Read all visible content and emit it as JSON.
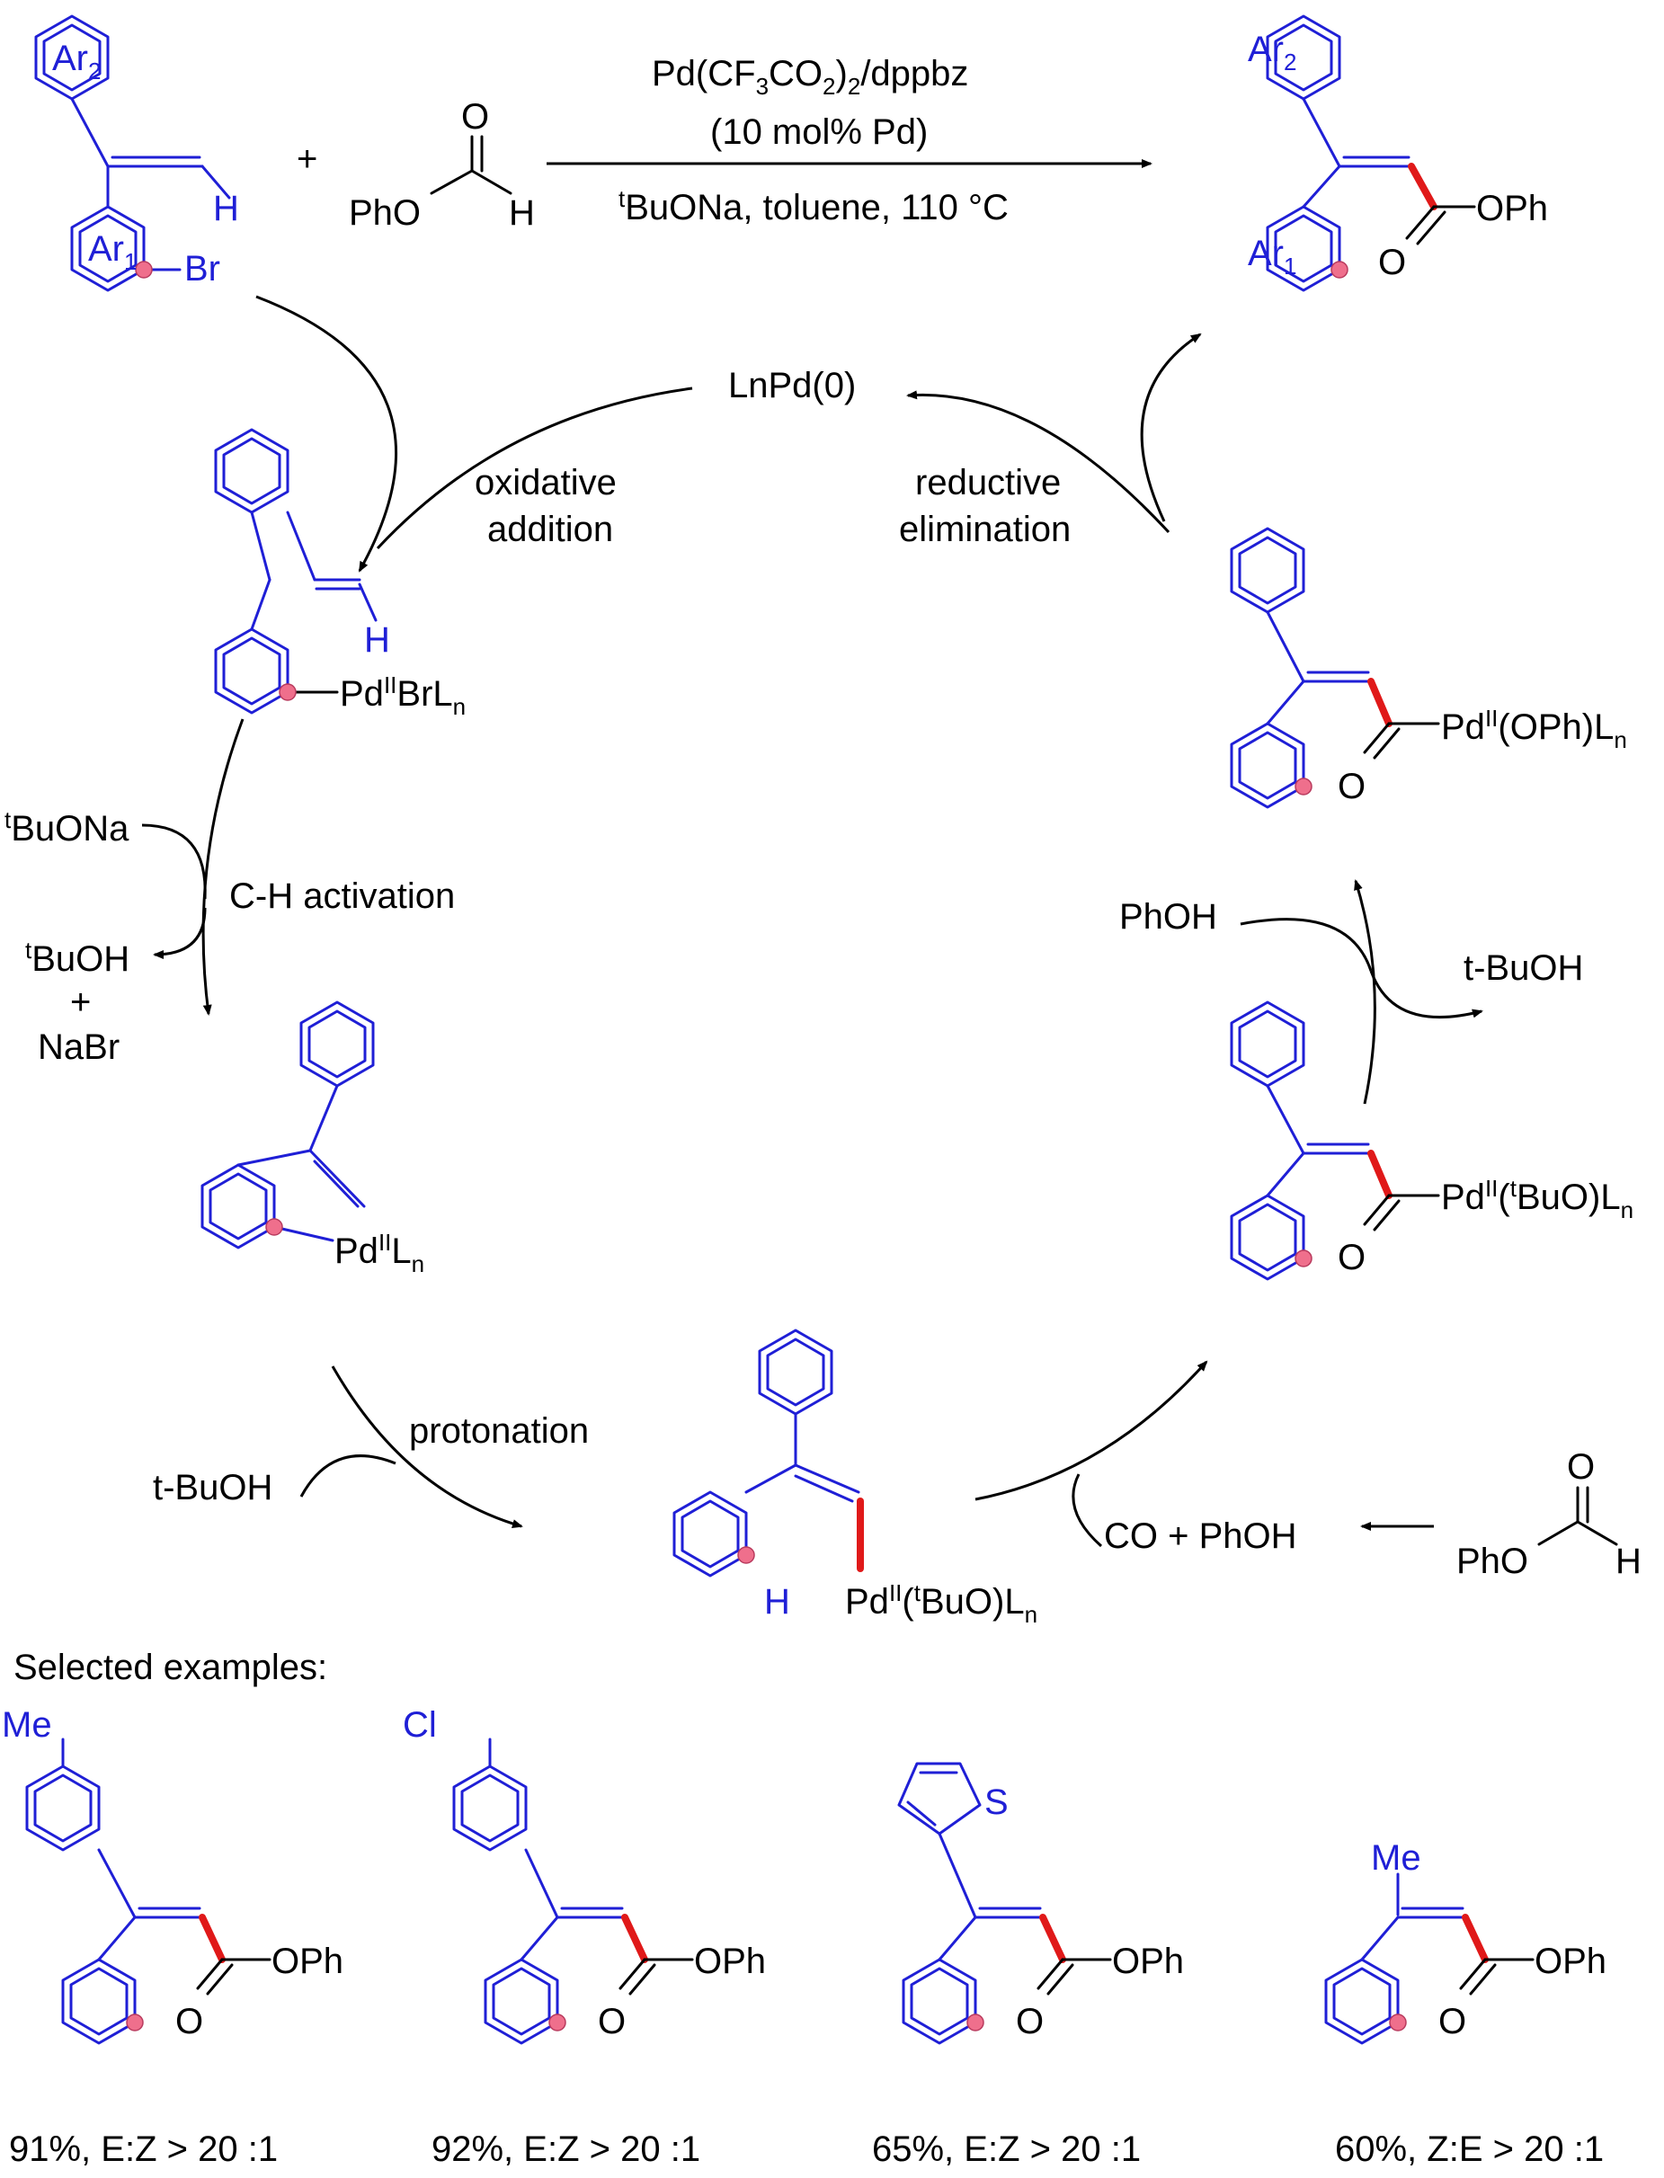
{
  "conditions": {
    "catalyst": "Pd(CF",
    "catalyst_sub1": "3",
    "catalyst_mid": "CO",
    "catalyst_sub2": "2",
    "catalyst_sub3": "2",
    "catalyst_end": "/dppbz",
    "loading": "(10 mol% Pd)",
    "base_sup": "t",
    "base": "BuONa, toluene, 110 °C"
  },
  "reactant": {
    "ar2": "Ar",
    "ar2_sub": "2",
    "ar1": "Ar",
    "ar1_sub": "1",
    "h": "H",
    "br": "Br",
    "plus": "+"
  },
  "formate": {
    "o": "O",
    "pho": "PhO",
    "h": "H"
  },
  "product": {
    "ar2": "Ar",
    "ar2_sub": "2",
    "ar1": "Ar",
    "ar1_sub": "1",
    "o": "O",
    "oph": "OPh"
  },
  "cycle": {
    "lnpd0": "LnPd(0)",
    "oxidative_addition": [
      "oxidative",
      "addition"
    ],
    "reductive_elimination": [
      "reductive",
      "elimination"
    ],
    "int1": {
      "h": "H",
      "pd": "Pd",
      "pd_sup": "II",
      "rest": "BrL",
      "rest_sub": "n"
    },
    "tbuona_sup": "t",
    "tbuona": "BuONa",
    "ch_activation": "C-H activation",
    "tbuoh_sup": "t",
    "tbuoh": "BuOH",
    "plus": "+",
    "nabr": "NaBr",
    "int2": {
      "pd": "Pd",
      "pd_sup": "II",
      "l": "L",
      "l_sub": "n"
    },
    "protonation": "protonation",
    "t_buoh_left": "t-BuOH",
    "int3": {
      "h": "H",
      "pd": "Pd",
      "pd_sup": "II",
      "paren": "(",
      "sup_t": "t",
      "rest": "BuO)L",
      "rest_sub": "n"
    },
    "co_phoh": "CO + PhOH",
    "formate2": {
      "o": "O",
      "pho": "PhO",
      "h": "H"
    },
    "int4": {
      "o": "O",
      "pd": "Pd",
      "pd_sup": "II",
      "paren": "(",
      "sup_t": "t",
      "rest": "BuO)L",
      "rest_sub": "n"
    },
    "phoh": "PhOH",
    "t_buoh_right": "t-BuOH",
    "int5": {
      "o": "O",
      "pd": "Pd",
      "pd_sup": "II",
      "rest": "(OPh)L",
      "rest_sub": "n"
    }
  },
  "examples": {
    "heading": "Selected examples:",
    "items": [
      {
        "sub": "Me",
        "o": "O",
        "oph": "OPh",
        "yield": "91%, E:Z > 20 :1"
      },
      {
        "sub": "Cl",
        "o": "O",
        "oph": "OPh",
        "yield": "92%, E:Z > 20 :1"
      },
      {
        "sub": "S",
        "o": "O",
        "oph": "OPh",
        "yield": "65%, E:Z > 20 :1"
      },
      {
        "sub": "Me",
        "o": "O",
        "oph": "OPh",
        "yield": "60%, Z:E > 20 :1"
      }
    ]
  },
  "colors": {
    "structure": "#1f1fd6",
    "new_bond": "#e01919",
    "ch_site": "#ef6f8c",
    "text": "#000000"
  }
}
